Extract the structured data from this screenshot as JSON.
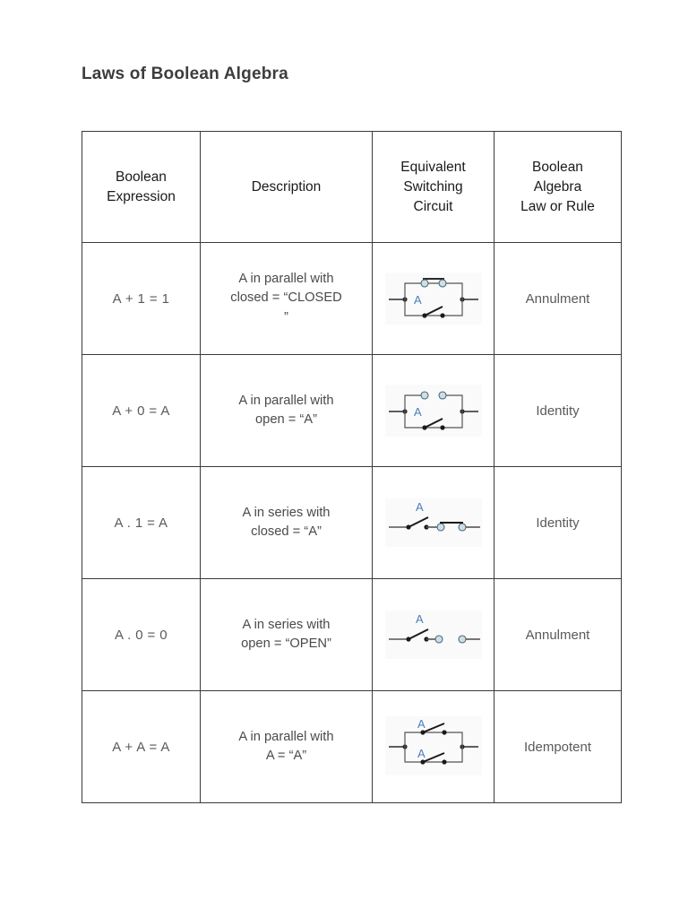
{
  "document": {
    "title": "Laws of Boolean Algebra"
  },
  "table": {
    "headers": [
      "Boolean\nExpression",
      "Description",
      "Equivalent\nSwitching\nCircuit",
      "Boolean\nAlgebra\nLaw or Rule"
    ],
    "header_lines": [
      [
        "Boolean",
        "Expression"
      ],
      [
        "Description"
      ],
      [
        "Equivalent",
        "Switching",
        "Circuit"
      ],
      [
        "Boolean",
        "Algebra",
        "Law or Rule"
      ]
    ],
    "rows": [
      {
        "expression": "A + 1 = 1",
        "description": "A in parallel with closed = “CLOSED”",
        "description_lines": [
          "A in parallel with",
          "closed = “CLOSED",
          "”"
        ],
        "circuit": {
          "name": "parallel-a-with-closed-switch",
          "topology": "parallel",
          "branches": [
            "closed-switch",
            "switch-A"
          ],
          "label": "A"
        },
        "law": "Annulment"
      },
      {
        "expression": "A + 0 = A",
        "description": "A in parallel with open = “A”",
        "description_lines": [
          "A in parallel with",
          "open = “A”"
        ],
        "circuit": {
          "name": "parallel-a-with-open-switch",
          "topology": "parallel",
          "branches": [
            "open-switch",
            "switch-A"
          ],
          "label": "A"
        },
        "law": "Identity"
      },
      {
        "expression": "A . 1 = A",
        "description": "A in series with closed = “A”",
        "description_lines": [
          "A in series with",
          "closed = “A”"
        ],
        "circuit": {
          "name": "series-a-with-closed-switch",
          "topology": "series",
          "branches": [
            "switch-A",
            "closed-switch"
          ],
          "label": "A"
        },
        "law": "Identity"
      },
      {
        "expression": "A . 0 = 0",
        "description": "A in series with open = “OPEN”",
        "description_lines": [
          "A in series with",
          "open = “OPEN”"
        ],
        "circuit": {
          "name": "series-a-with-open-switch",
          "topology": "series",
          "branches": [
            "switch-A",
            "open-switch"
          ],
          "label": "A"
        },
        "law": "Annulment"
      },
      {
        "expression": "A + A = A",
        "description": "A in parallel with A = “A”",
        "description_lines": [
          "A in parallel with",
          "A = “A”"
        ],
        "circuit": {
          "name": "parallel-a-with-a",
          "topology": "parallel",
          "branches": [
            "switch-A",
            "switch-A"
          ],
          "label": "A"
        },
        "law": "Idempotent"
      }
    ]
  },
  "colors": {
    "title": "#3d3d3d",
    "header_text": "#1a1a1a",
    "body_text": "#5a5a5a",
    "border": "#3a3a3a",
    "switch_label": "#4a7ebb",
    "wire": "#2b2b2b",
    "terminal_fill": "#cfdde6",
    "circuit_bg": "#fafafa"
  }
}
